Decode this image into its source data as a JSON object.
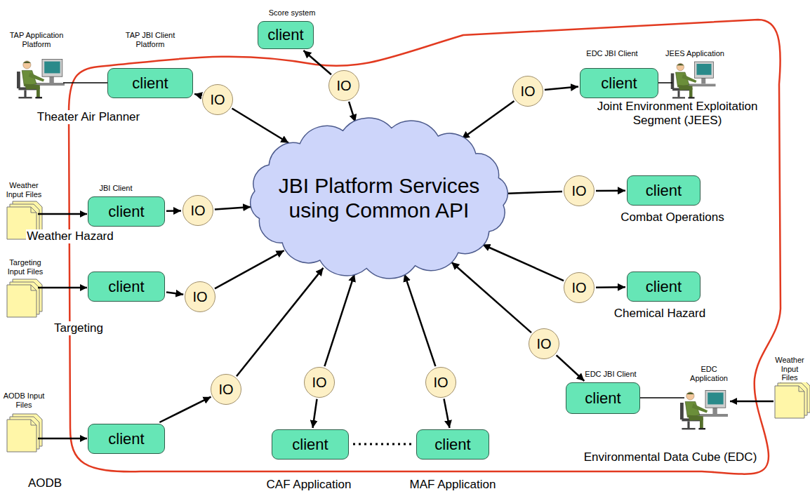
{
  "diagram": {
    "nodes": [
      {
        "text": [
          "JBI Platform Services using Common API"
        ]
      },
      {
        "text": [
          "client"
        ]
      },
      {
        "text": [
          "IO"
        ]
      },
      {
        "text": [
          "client"
        ]
      },
      {
        "text": [
          "IO"
        ]
      },
      {
        "text": [
          "client"
        ]
      },
      {
        "text": [
          "IO"
        ]
      },
      {
        "text": [
          "client"
        ]
      },
      {
        "text": [
          "IO"
        ]
      },
      {
        "text": [
          "client"
        ]
      },
      {
        "text": [
          "IO"
        ]
      },
      {
        "text": [
          "client"
        ]
      },
      {
        "text": [
          "IO"
        ]
      },
      {
        "text": [
          "client"
        ]
      },
      {
        "text": [
          "IO"
        ]
      },
      {
        "text": [
          "client"
        ]
      },
      {
        "text": [
          "IO"
        ]
      },
      {
        "text": [
          "client"
        ]
      },
      {
        "text": [
          "IO"
        ]
      },
      {
        "text": [
          "client"
        ]
      },
      {
        "text": [
          "IO"
        ]
      },
      {
        "text": [
          "client"
        ]
      },
      {
        "text": [
          "IO"
        ]
      }
    ],
    "edges": [
      {
        "from": 2,
        "to": 1,
        "arrow": "to"
      },
      {
        "from": 2,
        "to": 0,
        "arrow": "to"
      },
      {
        "from": 4,
        "to": 3,
        "arrow": "to"
      },
      {
        "from": 4,
        "to": 0,
        "arrow": "to"
      },
      {
        "from": 6,
        "to": 5,
        "arrow": "to"
      },
      {
        "from": 6,
        "to": 0,
        "arrow": "to"
      },
      {
        "from": 7,
        "to": 8,
        "arrow": "to"
      },
      {
        "from": 8,
        "to": 0,
        "arrow": "to"
      },
      {
        "from": 0,
        "to": 10,
        "arrow": "none"
      },
      {
        "from": 10,
        "to": 9,
        "arrow": "to"
      },
      {
        "from": 11,
        "to": 12,
        "arrow": "to"
      },
      {
        "from": 12,
        "to": 0,
        "arrow": "to"
      },
      {
        "from": 14,
        "to": 0,
        "arrow": "to"
      },
      {
        "from": 14,
        "to": 13,
        "arrow": "to"
      },
      {
        "from": 15,
        "to": 16,
        "arrow": "to"
      },
      {
        "from": 16,
        "to": 0,
        "arrow": "to"
      },
      {
        "from": 18,
        "to": 0,
        "arrow": "to"
      },
      {
        "from": 18,
        "to": 17,
        "arrow": "to"
      },
      {
        "from": 20,
        "to": 0,
        "arrow": "to"
      },
      {
        "from": 20,
        "to": 19,
        "arrow": "to"
      },
      {
        "from": 22,
        "to": 0,
        "arrow": "to"
      },
      {
        "from": 22,
        "to": 21,
        "arrow": "to"
      }
    ],
    "labels": [
      "Score system",
      "TAP Application Platform",
      "TAP JBI Client Platform",
      "Theater Air Planner",
      "EDC JBI Client",
      "JEES Application",
      "Joint Environment Exploitation Segment (JEES)",
      "Weather Input Files",
      "JBI Client",
      "Weather Hazard",
      "Combat Operations",
      "Chemical Hazard",
      "Targeting Input Files",
      "Targeting",
      "AODB Input Files",
      "AODB",
      "EDC JBI Client",
      "EDC Application",
      "Weather Input Files",
      "Environmental Data Cube (EDC)",
      "CAF Application",
      "MAF Application"
    ]
  }
}
